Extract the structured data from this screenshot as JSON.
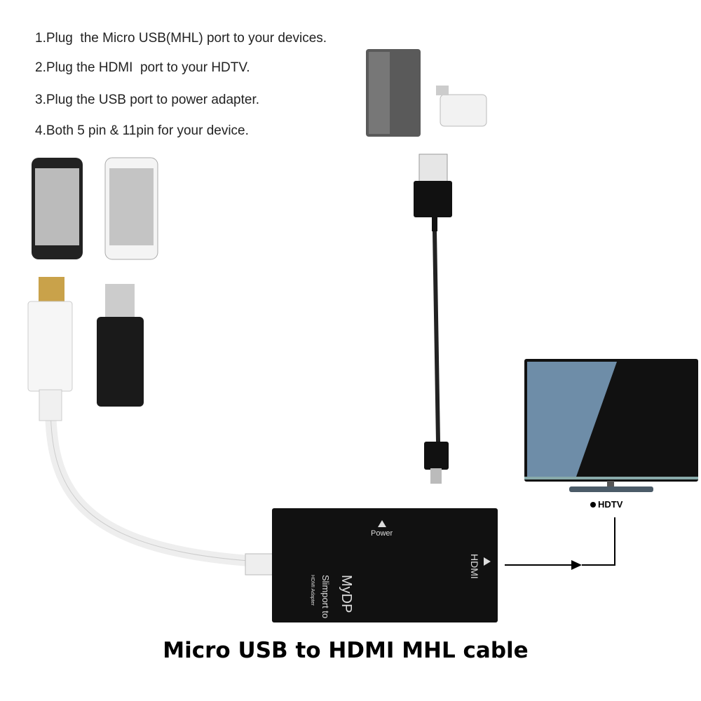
{
  "instructions": [
    "1.Plug  the Micro USB(MHL) port to your devices.",
    "2.Plug the HDMI  port to your HDTV.",
    "3.Plug the USB port to power adapter.",
    "4.Both 5 pin & 11pin for your device."
  ],
  "adapter": {
    "power_label": "Power",
    "hdmi_label": "HDMI",
    "brand": "MyDP",
    "line2": "Slimport to",
    "line3": "HDMI Adapter"
  },
  "tv_label": "HDTV",
  "title": "Micro USB to HDMI MHL cable"
}
